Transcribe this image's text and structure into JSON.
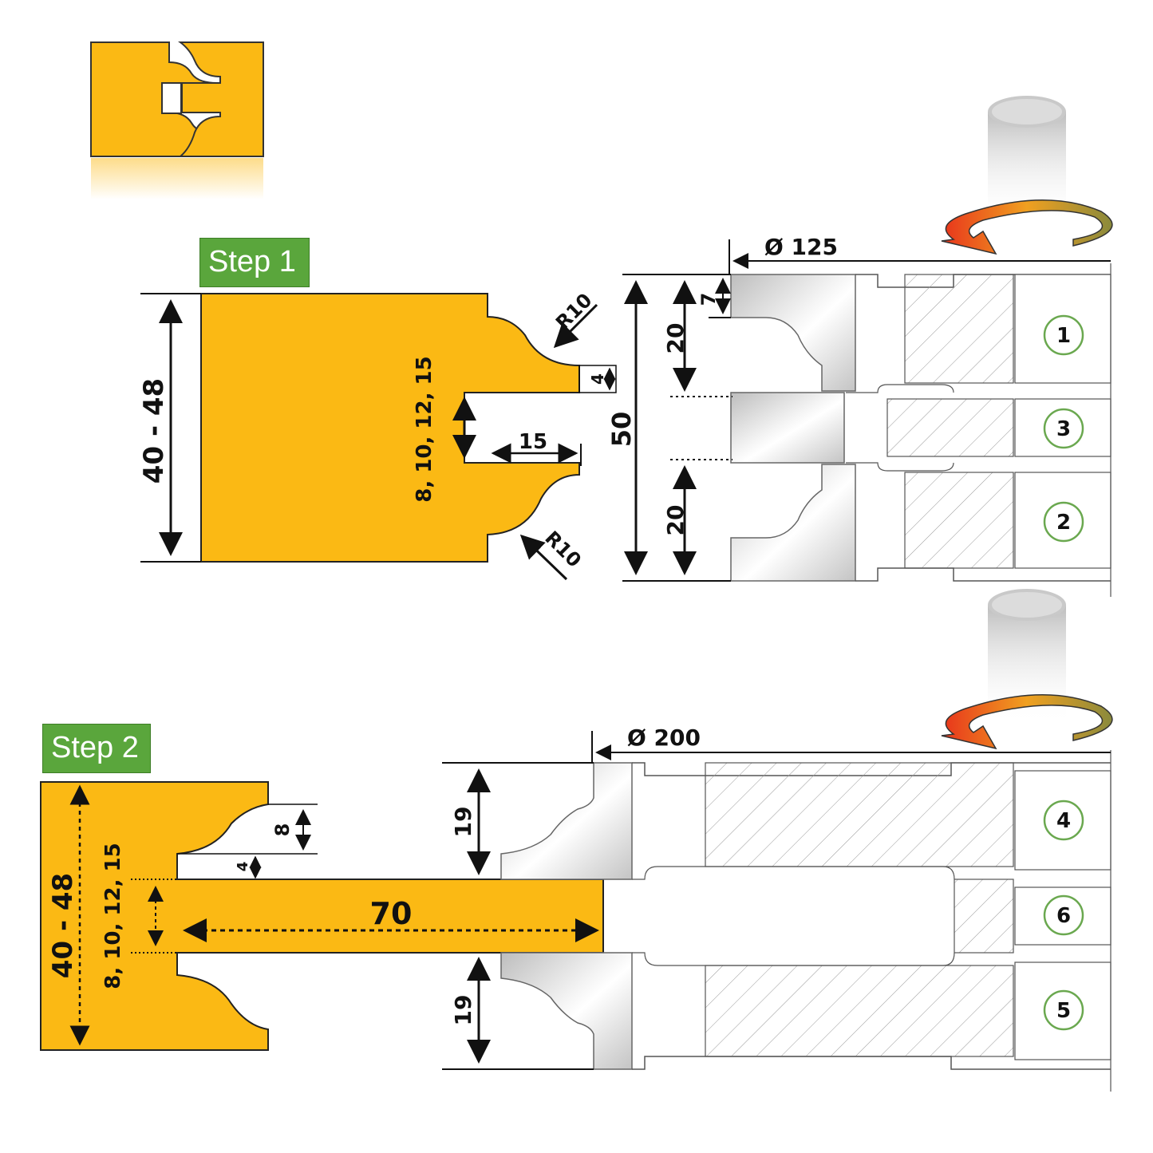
{
  "step1": {
    "label": "Step 1",
    "dims": {
      "height": "40 - 48",
      "groove": "8, 10, 12, 15",
      "depth": "15",
      "radius_top": "R10",
      "radius_bottom": "R10",
      "tongue": "4"
    }
  },
  "step2": {
    "label": "Step 2",
    "dims": {
      "height": "40 - 48",
      "groove": "8, 10, 12, 15",
      "length": "70",
      "lip": "8",
      "gap": "4"
    }
  },
  "cutter1": {
    "diameter": "Ø 125",
    "total": "50",
    "top": "20",
    "bottom": "20",
    "offset": "7",
    "parts": [
      "1",
      "3",
      "2"
    ]
  },
  "cutter2": {
    "diameter": "Ø 200",
    "top": "19",
    "bottom": "19",
    "parts": [
      "4",
      "6",
      "5"
    ]
  },
  "colors": {
    "wood": "#fbb914",
    "step_label": "#5aa63c",
    "arrow": "#e8541c",
    "ring": "#6aa84f"
  }
}
